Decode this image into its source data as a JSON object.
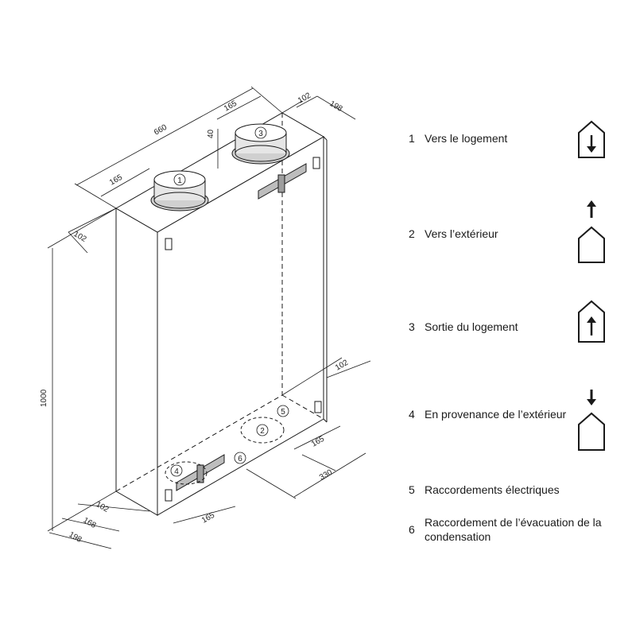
{
  "dimensions": {
    "total_width": "660",
    "depth_top": "198",
    "height": "1000",
    "port_depth_top": "102",
    "port_depth_top_right": "102",
    "port_spacing_left": "165",
    "port_spacing_right": "165",
    "port_height": "40",
    "port_depth_bottom_right": "102",
    "bottom_165_right": "165",
    "bottom_330": "330",
    "bottom_165_left": "165",
    "bottom_102_left": "102",
    "bottom_168": "168",
    "bottom_198": "198"
  },
  "callouts": {
    "c1": "1",
    "c2": "2",
    "c3": "3",
    "c4": "4",
    "c5": "5",
    "c6": "6"
  },
  "legend": [
    {
      "num": "1",
      "text": "Vers le logement",
      "icon": "house-arrow-down-inside-icon"
    },
    {
      "num": "2",
      "text": "Vers l’extérieur",
      "icon": "house-arrow-up-outside-icon"
    },
    {
      "num": "3",
      "text": "Sortie du logement",
      "icon": "house-arrow-up-inside-icon"
    },
    {
      "num": "4",
      "text": "En provenance de l’extérieur",
      "icon": "house-arrow-down-outside-icon"
    },
    {
      "num": "5",
      "text": "Raccordements électriques",
      "icon": ""
    },
    {
      "num": "6",
      "text": "Raccordement de l’évacuation de la condensation",
      "icon": ""
    }
  ],
  "colors": {
    "line": "#1a1a1a",
    "cabinet_fill": "#ffffff",
    "duct_fill": "#e6e6e6",
    "handle_fill": "#bdbdbd"
  }
}
